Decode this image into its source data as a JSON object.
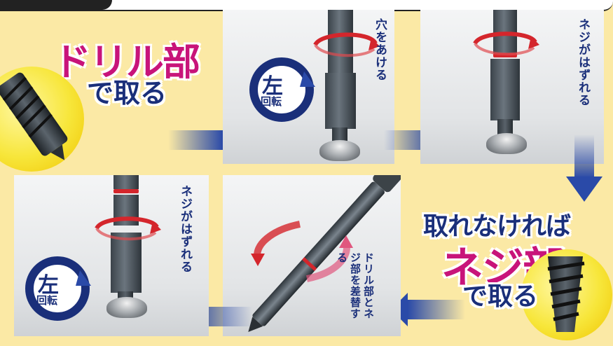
{
  "left_section": {
    "title_line1": "ドリル部",
    "title_line2": "で取る"
  },
  "panels": {
    "p1": {
      "caption": "穴をあける",
      "badge_top": "左",
      "badge_bottom": "回転"
    },
    "p2": {
      "caption": "ネジがはずれる"
    },
    "p3": {
      "caption": "ドリル部とネジ部を差替する"
    },
    "p4": {
      "caption": "ネジがはずれる",
      "badge_top": "左",
      "badge_bottom": "回転"
    }
  },
  "right_section": {
    "line1": "取れなければ",
    "line2": "ネジ部",
    "line3": "で取る"
  },
  "colors": {
    "navy": "#1a2f7a",
    "arrow_blue": "#2a4aa8",
    "rotation_red": "#d4262c",
    "background": "#fbe9a5"
  },
  "icons": [
    "rotate-left-badge-icon",
    "flow-arrow-icon",
    "rotation-arrow-icon"
  ]
}
